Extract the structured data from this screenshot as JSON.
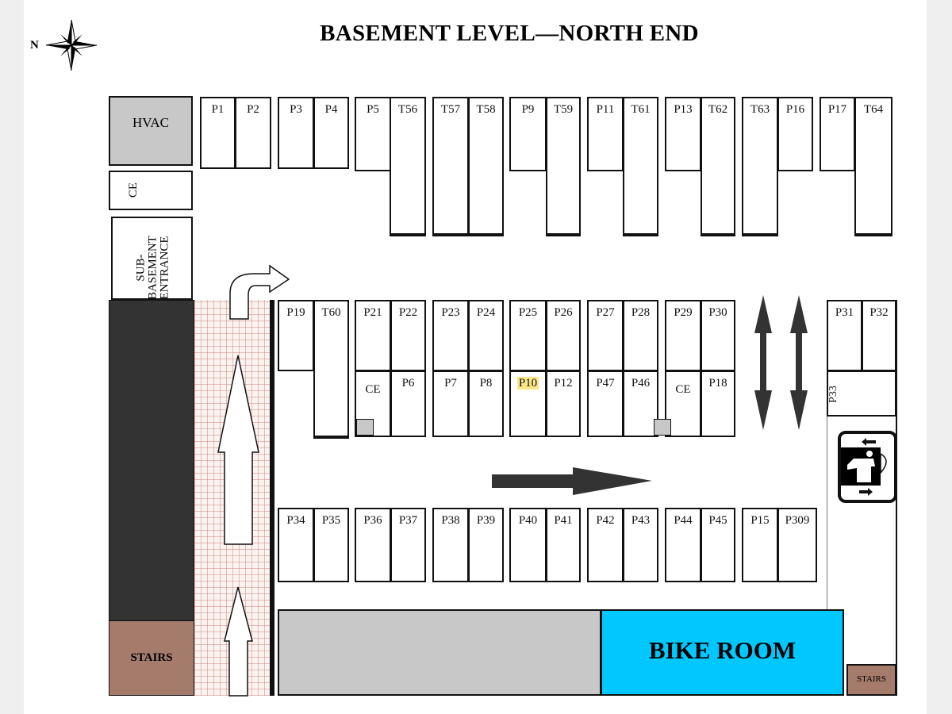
{
  "title": "BASEMENT LEVEL—NORTH END",
  "compass": {
    "label": "N",
    "icon": "compass-rose-icon"
  },
  "rooms": {
    "hvac": "HVAC",
    "ce_left": "CE",
    "sub_basement": [
      "SUB-",
      "BASEMENT",
      "ENTRANCE"
    ],
    "stairs_left": "STAIRS",
    "stairs_right": "STAIRS",
    "bike_room": "BIKE ROOM"
  },
  "colors": {
    "hvac": "#c8c8c8",
    "dark_wall": "#333333",
    "stairs": "#a57b6b",
    "bike_room": "#00c8ff",
    "storage": "#c8c8c8",
    "highlight": "#fde68a"
  },
  "highlighted_stall": "P10",
  "stalls": {
    "top_row": [
      "P1",
      "P2",
      "P3",
      "P4",
      "P5",
      "T56",
      "T57",
      "T58",
      "P9",
      "T59",
      "P11",
      "T61",
      "P13",
      "T62",
      "T63",
      "P16",
      "P17",
      "T64"
    ],
    "middle_upper": [
      "P19",
      "T60",
      "P21",
      "P22",
      "P23",
      "P24",
      "P25",
      "P26",
      "P27",
      "P28",
      "P29",
      "P30",
      "P31",
      "P32"
    ],
    "middle_lower": [
      "CE",
      "P6",
      "P7",
      "P8",
      "P10",
      "P12",
      "P47",
      "P46",
      "CE",
      "P18",
      "P33"
    ],
    "bottom_row": [
      "P34",
      "P35",
      "P36",
      "P37",
      "P38",
      "P39",
      "P40",
      "P41",
      "P42",
      "P43",
      "P44",
      "P45",
      "P15",
      "P309"
    ]
  },
  "icons": [
    "elevator-icon",
    "ramp-up-arrow-icon",
    "turn-right-arrow-icon",
    "two-way-arrow-icon",
    "right-arrow-icon"
  ]
}
